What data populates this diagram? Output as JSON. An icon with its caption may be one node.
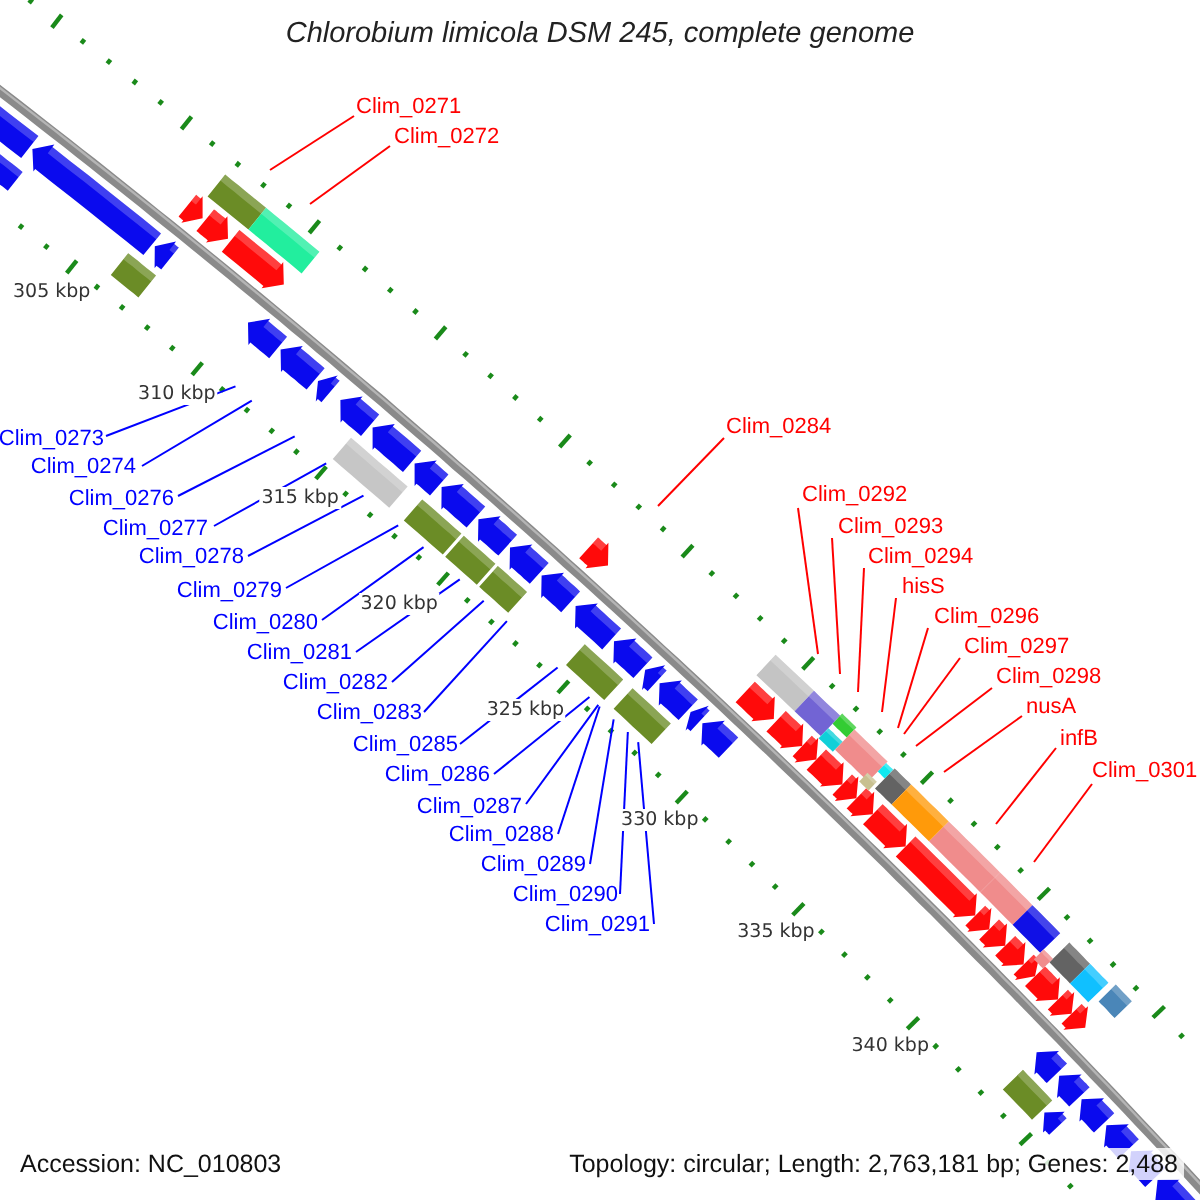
{
  "diagram": {
    "title": "Chlorobium limicola DSM 245, complete genome",
    "nodes": [
      {
        "text": [
          "Clim_0271"
        ]
      },
      {
        "text": [
          "Clim_0272"
        ]
      },
      {
        "text": [
          "Clim_0284"
        ]
      },
      {
        "text": [
          "Clim_0273"
        ]
      },
      {
        "text": [
          "Clim_0274"
        ]
      },
      {
        "text": [
          "Clim_0292"
        ]
      },
      {
        "text": [
          "Clim_0276"
        ]
      },
      {
        "text": [
          "Clim_0293"
        ]
      },
      {
        "text": [
          "Clim_0277"
        ]
      },
      {
        "text": [
          "Clim_0294"
        ]
      },
      {
        "text": [
          "Clim_0278"
        ]
      },
      {
        "text": [
          "hisS"
        ]
      },
      {
        "text": [
          "Clim_0279"
        ]
      },
      {
        "text": [
          "Clim_0296"
        ]
      },
      {
        "text": [
          "Clim_0280"
        ]
      },
      {
        "text": [
          "Clim_0297"
        ]
      },
      {
        "text": [
          "Clim_0281"
        ]
      },
      {
        "text": [
          "Clim_0298"
        ]
      },
      {
        "text": [
          "Clim_0282"
        ]
      },
      {
        "text": [
          "nusA"
        ]
      },
      {
        "text": [
          "Clim_0283"
        ]
      },
      {
        "text": [
          "infB"
        ]
      },
      {
        "text": [
          "Clim_0285"
        ]
      },
      {
        "text": [
          "Clim_0301"
        ]
      },
      {
        "text": [
          "Clim_0286"
        ]
      },
      {
        "text": [
          "Clim_0287"
        ]
      },
      {
        "text": [
          "Clim_0288"
        ]
      },
      {
        "text": [
          "Clim_0289"
        ]
      },
      {
        "text": [
          "Clim_0290"
        ]
      },
      {
        "text": [
          "Clim_0291"
        ]
      }
    ],
    "edges": [
      {
        "from": 0,
        "to": null,
        "arrow": "none",
        "color": "#ff0000"
      },
      {
        "from": 1,
        "to": null,
        "arrow": "none",
        "color": "#ff0000"
      },
      {
        "from": 2,
        "to": null,
        "arrow": "none",
        "color": "#ff0000"
      },
      {
        "from": 3,
        "to": null,
        "arrow": "none"
      },
      {
        "from": 4,
        "to": null,
        "arrow": "none"
      },
      {
        "from": 5,
        "to": null,
        "arrow": "none",
        "color": "#ff0000"
      },
      {
        "from": 6,
        "to": null,
        "arrow": "none"
      },
      {
        "from": 7,
        "to": null,
        "arrow": "none",
        "color": "#ff0000"
      },
      {
        "from": 8,
        "to": null,
        "arrow": "none"
      },
      {
        "from": 9,
        "to": null,
        "arrow": "none",
        "color": "#ff0000"
      },
      {
        "from": 10,
        "to": null,
        "arrow": "none"
      },
      {
        "from": 11,
        "to": null,
        "arrow": "none",
        "color": "#ff0000"
      },
      {
        "from": 12,
        "to": null,
        "arrow": "none"
      },
      {
        "from": 13,
        "to": null,
        "arrow": "none",
        "color": "#ff0000"
      },
      {
        "from": 14,
        "to": null,
        "arrow": "none"
      },
      {
        "from": 15,
        "to": null,
        "arrow": "none",
        "color": "#ff0000"
      },
      {
        "from": 16,
        "to": null,
        "arrow": "none"
      },
      {
        "from": 17,
        "to": null,
        "arrow": "none",
        "color": "#ff0000"
      },
      {
        "from": 18,
        "to": null,
        "arrow": "none"
      },
      {
        "from": 19,
        "to": null,
        "arrow": "none",
        "color": "#ff0000"
      },
      {
        "from": 20,
        "to": null,
        "arrow": "none"
      },
      {
        "from": 21,
        "to": null,
        "arrow": "none",
        "color": "#ff0000"
      },
      {
        "from": 22,
        "to": null,
        "arrow": "none"
      },
      {
        "from": 23,
        "to": null,
        "arrow": "none",
        "color": "#ff0000"
      },
      {
        "from": 24,
        "to": null,
        "arrow": "none"
      },
      {
        "from": 25,
        "to": null,
        "arrow": "none"
      },
      {
        "from": 26,
        "to": null,
        "arrow": "none"
      },
      {
        "from": 27,
        "to": null,
        "arrow": "none"
      },
      {
        "from": 28,
        "to": null,
        "arrow": "none"
      },
      {
        "from": 29,
        "to": null,
        "arrow": "none"
      }
    ],
    "labels": [
      "305 kbp",
      "310 kbp",
      "315 kbp",
      "320 kbp",
      "325 kbp",
      "330 kbp",
      "335 kbp",
      "340 kbp",
      "Accession: NC_010803",
      "Topology: circular; Length: 2,763,181 bp; Genes: 2,488"
    ]
  }
}
